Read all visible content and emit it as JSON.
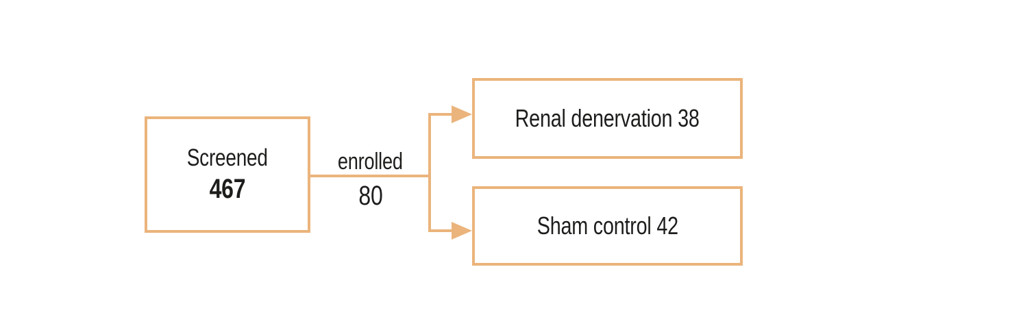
{
  "diagram": {
    "accent_color": "#ebb47c",
    "text_color": "#1d1d1b",
    "background_color": "#ffffff",
    "screened_box": {
      "label": "Screened",
      "value": "467"
    },
    "connector": {
      "label": "enrolled",
      "value": "80",
      "arrowhead_icon": "filled-right-triangle"
    },
    "arms": [
      {
        "label": "Renal denervation 38"
      },
      {
        "label": "Sham control 42"
      }
    ]
  }
}
